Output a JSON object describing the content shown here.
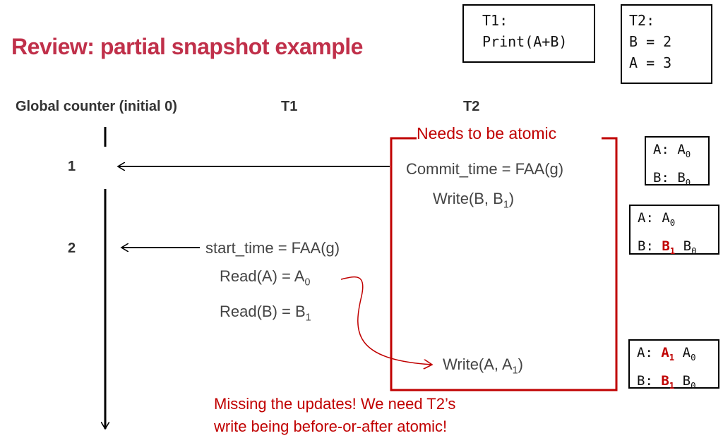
{
  "title": "Review: partial snapshot example",
  "code_boxes": {
    "t1": {
      "line1": "T1:",
      "line2": "Print(A+B)"
    },
    "t2": {
      "line1": "T2:",
      "line2": "B = 2",
      "line3": "A = 3"
    }
  },
  "headers": {
    "global": "Global  counter (initial 0)",
    "t1": "T1",
    "t2": "T2"
  },
  "counter_values": [
    "1",
    "2"
  ],
  "atomic_label": "Needs to be atomic",
  "t2_ops": {
    "commit": "Commit_time = FAA(g)",
    "write_b": {
      "text": "Write(B,  B",
      "sub": "1",
      "end": ")"
    },
    "write_a": {
      "text": "Write(A,  A",
      "sub": "1",
      "end": ")"
    }
  },
  "t1_ops": {
    "start": "start_time = FAA(g)",
    "read_a": {
      "text": "Read(A) = A",
      "sub": "0"
    },
    "read_b": {
      "text": "Read(B) = B",
      "sub": "1"
    }
  },
  "states": [
    {
      "a_label": "A: ",
      "a_new": "",
      "a_new_sub": "",
      "a_old": "A",
      "a_old_sub": "0",
      "b_label": "B: ",
      "b_new": "",
      "b_new_sub": "",
      "b_old": "B",
      "b_old_sub": "0"
    },
    {
      "a_label": "A: ",
      "a_new": "",
      "a_new_sub": "",
      "a_old": "A",
      "a_old_sub": "0",
      "b_label": "B: ",
      "b_new": "B",
      "b_new_sub": "1",
      "b_old": "B",
      "b_old_sub": "0"
    },
    {
      "a_label": "A: ",
      "a_new": "A",
      "a_new_sub": "1",
      "a_old": "A",
      "a_old_sub": "0",
      "b_label": "B: ",
      "b_new": "B",
      "b_new_sub": "1",
      "b_old": "B",
      "b_old_sub": "0"
    }
  ],
  "note": {
    "line1": "Missing the updates! We need T2’s",
    "line2": "write being before-or-after atomic!"
  },
  "colors": {
    "title": "#c0304a",
    "accent": "#c00000",
    "text": "#444444"
  }
}
